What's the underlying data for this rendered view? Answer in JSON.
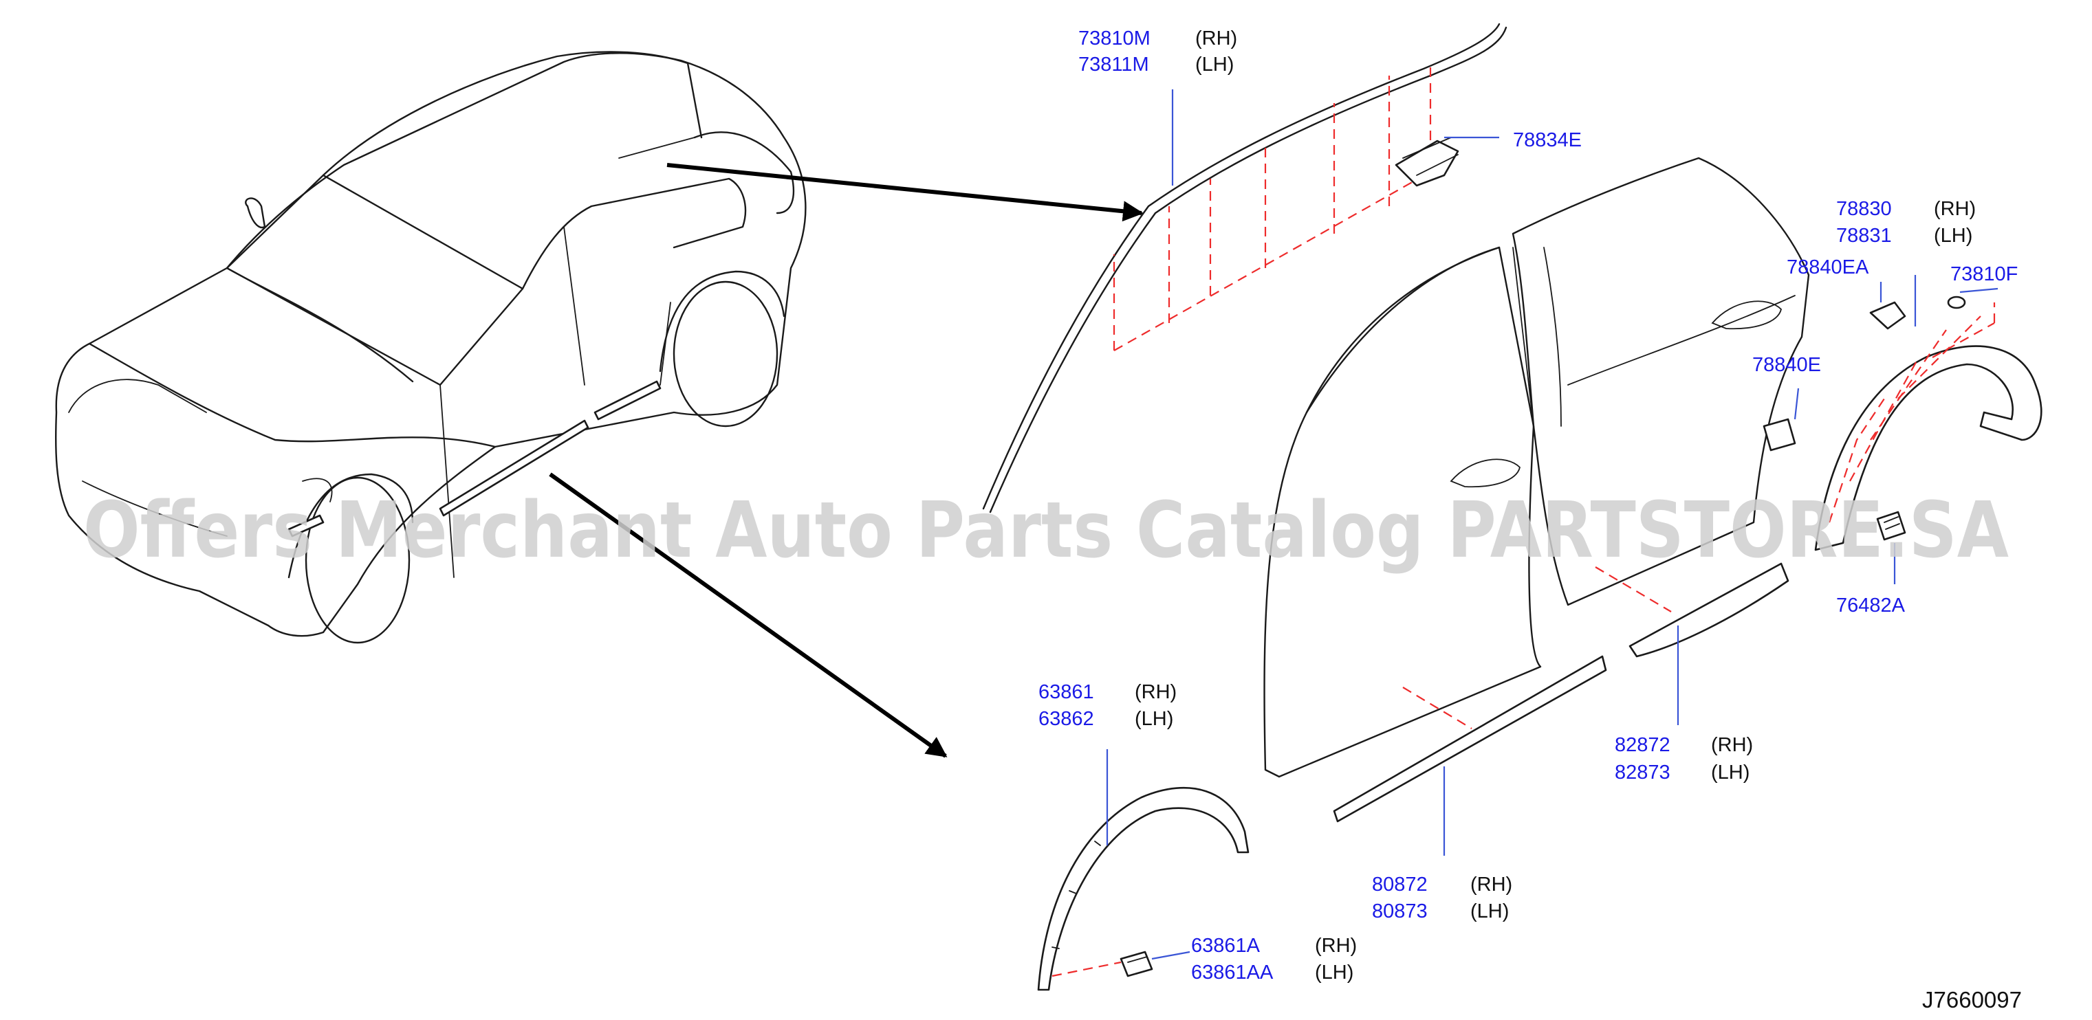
{
  "labels": {
    "l73810m": "73810M",
    "l73811m": "73811M",
    "l78834e": "78834E",
    "l78830": "78830",
    "l78831": "78831",
    "l78840ea": "78840EA",
    "l73810f": "73810F",
    "l78840e": "78840E",
    "l76482a": "76482A",
    "l63861": "63861",
    "l63862": "63862",
    "l82872": "82872",
    "l82873": "82873",
    "l80872": "80872",
    "l80873": "80873",
    "l63861a": "63861A",
    "l63861aa": "63861AA"
  },
  "sides": {
    "rh": "(RH)",
    "lh": "(LH)"
  },
  "diagram_code": "J7660097",
  "watermark": "Offers Merchant Auto Parts Catalog PARTSTORE.SA",
  "colors": {
    "part_number": "#1a1ae6",
    "leader_line": "#3a55d6",
    "dashed_guide": "#ee2b2b",
    "outline": "#1a1a1a"
  }
}
